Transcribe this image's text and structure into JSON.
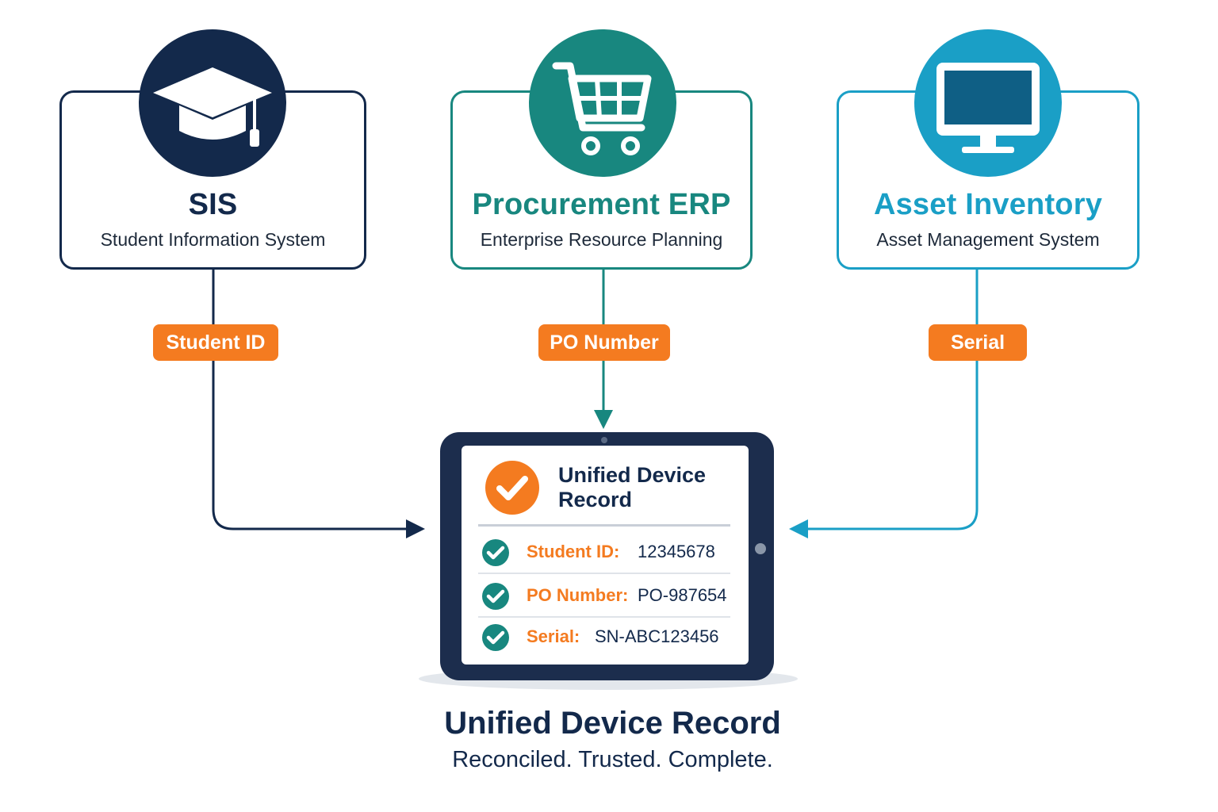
{
  "colors": {
    "navy": "#13294b",
    "teal": "#18877f",
    "cyan": "#1a9fc6",
    "orange": "#f47b20",
    "tablet": "#1c2d4d"
  },
  "sources": [
    {
      "title": "SIS",
      "subtitle": "Student Information System",
      "icon": "graduation-cap-icon",
      "color": "#13294b"
    },
    {
      "title": "Procurement ERP",
      "subtitle": "Enterprise Resource Planning",
      "icon": "shopping-cart-icon",
      "color": "#18877f"
    },
    {
      "title": "Asset Inventory",
      "subtitle": "Asset Management System",
      "icon": "monitor-icon",
      "color": "#1a9fc6"
    }
  ],
  "keys": [
    "Student ID",
    "PO Number",
    "Serial"
  ],
  "record": {
    "title": "Unified Device Record",
    "fields": [
      {
        "label": "Student ID:",
        "value": "12345678"
      },
      {
        "label": "PO Number:",
        "value": "PO-987654"
      },
      {
        "label": "Serial:",
        "value": "SN-ABC123456"
      }
    ]
  },
  "footer": {
    "title": "Unified Device Record",
    "subtitle": "Reconciled. Trusted. Complete."
  }
}
